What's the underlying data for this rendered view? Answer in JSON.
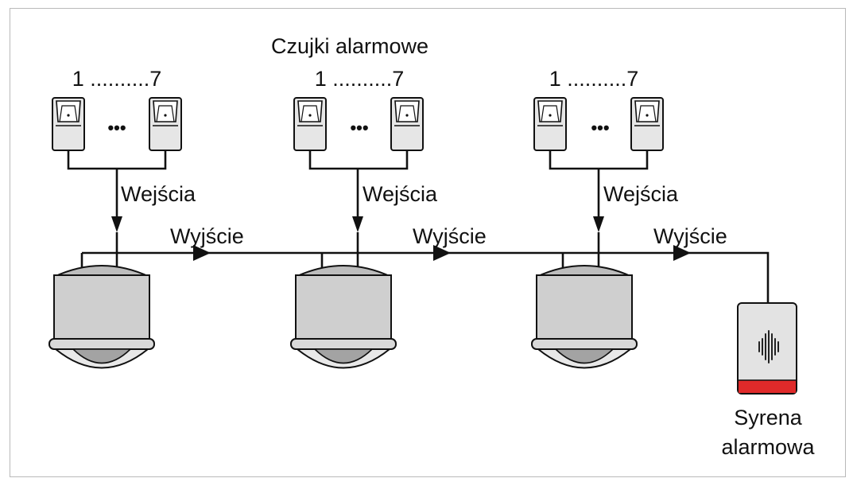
{
  "title": "Czujki alarmowe",
  "groups": [
    {
      "range": "1 ..........7",
      "dots": "•••",
      "input_label": "Wejścia",
      "output_label": "Wyjście"
    },
    {
      "range": "1 ..........7",
      "dots": "•••",
      "input_label": "Wejścia",
      "output_label": "Wyjście"
    },
    {
      "range": "1 ..........7",
      "dots": "•••",
      "input_label": "Wejścia",
      "output_label": "Wyjście"
    }
  ],
  "siren": {
    "line1": "Syrena",
    "line2": "alarmowa"
  },
  "colors": {
    "line": "#111111",
    "sensor_fill": "#e6e6e6",
    "camera_body": "#cfcfcf",
    "camera_dome": "#a3a3a3",
    "siren_body": "#e3e3e3",
    "siren_strip": "#e02a2a"
  },
  "icons": [
    "motion-sensor-icon",
    "dome-camera-icon",
    "siren-icon"
  ]
}
